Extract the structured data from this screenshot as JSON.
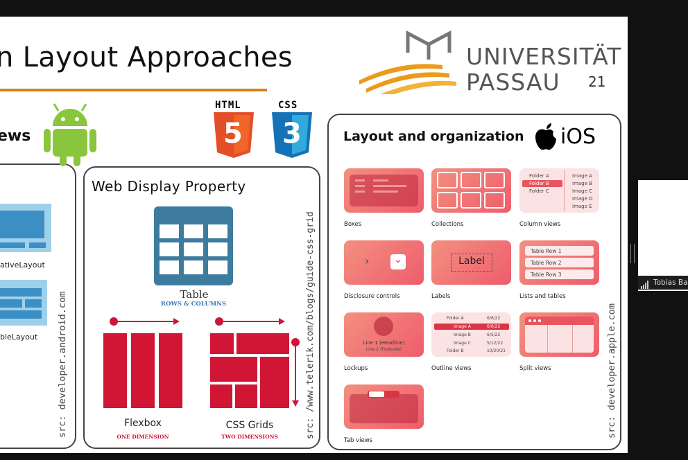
{
  "slide": {
    "title": "n Layout Approaches",
    "university_line1": "UNIVERSITÄT",
    "university_line2": "PASSAU",
    "page_number": "21"
  },
  "android": {
    "heading": "ews",
    "label1": "ativeLayout",
    "label2": "bleLayout",
    "source": "src: developer.android.com"
  },
  "web": {
    "badge_html": "HTML",
    "badge_css": "CSS",
    "html_number": "5",
    "css_number": "3",
    "heading": "Web Display Property",
    "table_title": "Table",
    "table_subtitle": "ROWS & COLUMNS",
    "flexbox_title": "Flexbox",
    "flexbox_subtitle": "ONE DIMENSION",
    "grid_title": "CSS Grids",
    "grid_subtitle": "TWO DIMENSIONS",
    "source": "src: /www.telerik.com/blogs/guide-css-grid"
  },
  "ios": {
    "heading": "Layout and organization",
    "platform": "iOS",
    "source": "src: developer.apple.com",
    "tiles": [
      {
        "label": "Boxes"
      },
      {
        "label": "Collections"
      },
      {
        "label": "Column views"
      },
      {
        "label": "Disclosure controls"
      },
      {
        "label": "Labels"
      },
      {
        "label": "Lists and tables"
      },
      {
        "label": "Lockups"
      },
      {
        "label": "Outline views"
      },
      {
        "label": "Split views"
      },
      {
        "label": "Tab views"
      }
    ],
    "column_view": {
      "folders": [
        "Folder A",
        "Folder B",
        "Folder C"
      ],
      "images": [
        "Image A",
        "Image B",
        "Image C",
        "Image D",
        "Image E"
      ]
    },
    "label_tile_text": "Label",
    "list_rows": [
      "Table Row 1",
      "Table Row 2",
      "Table Row 3"
    ],
    "lockup": {
      "headline": "Line 1 (Headline)",
      "footnote": "Line 2 (Footnote)"
    },
    "outline": [
      {
        "name": "Folder A",
        "date": "6/6/22"
      },
      {
        "name": "Image A",
        "date": "6/6/22"
      },
      {
        "name": "Image B",
        "date": "6/5/22"
      },
      {
        "name": "Image C",
        "date": "5/12/22"
      },
      {
        "name": "Folder B",
        "date": "10/20/21"
      }
    ]
  },
  "participant": {
    "name": "Tobias Ba"
  },
  "colors": {
    "accent_orange": "#d97f1f",
    "flex_red": "#d01535",
    "ios_gradient_start": "#f39080",
    "ios_gradient_end": "#ee5d6c"
  }
}
